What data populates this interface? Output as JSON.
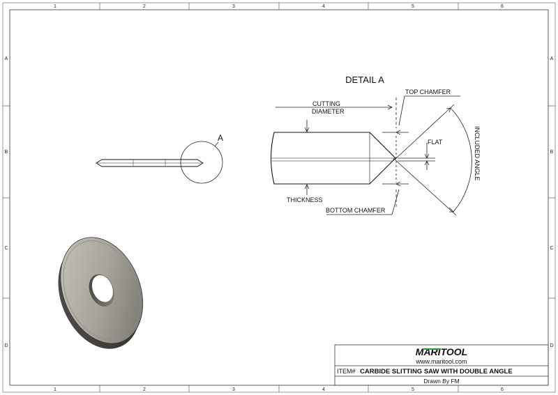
{
  "border": {
    "columns": [
      "1",
      "2",
      "3",
      "4",
      "5",
      "6"
    ],
    "rows": [
      "A",
      "B",
      "C",
      "D"
    ]
  },
  "detail": {
    "title": "DETAIL A",
    "marker": "A"
  },
  "labels": {
    "cutting_diameter_1": "CUTTING",
    "cutting_diameter_2": "DIAMETER",
    "top_chamfer": "TOP CHAMFER",
    "flat": "FLAT",
    "included_angle": "INCLUDED ANGLE",
    "thickness": "THICKNESS",
    "bottom_chamfer": "BOTTOM CHAMFER"
  },
  "title_block": {
    "logo_left": "MARI",
    "logo_right": "TOOL",
    "logo_accent_color": "#2e9a3c",
    "website": "www.maritool.com",
    "item_prefix": "ITEM#",
    "item_title": "CARBIDE SLITTING SAW WITH DOUBLE ANGLE",
    "drawn_by": "Drawn By FM"
  }
}
